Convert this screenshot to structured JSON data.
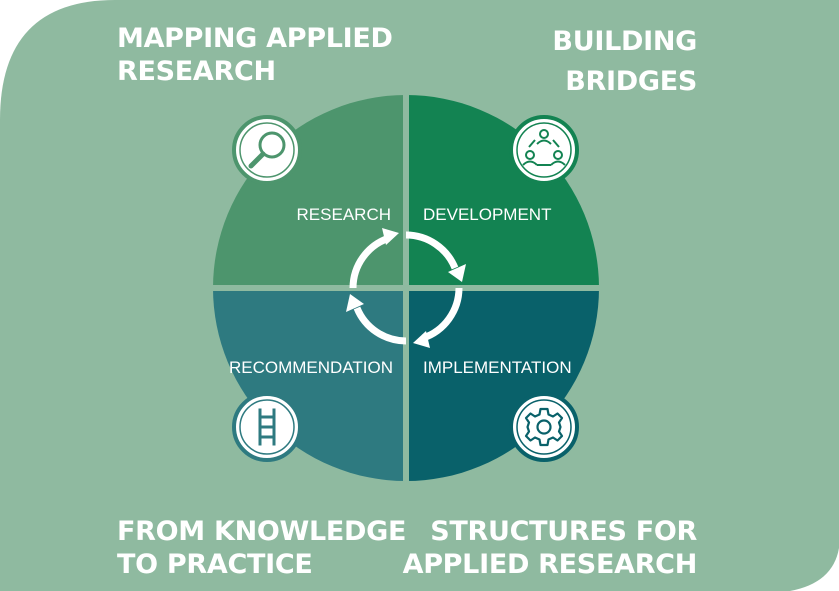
{
  "corner_titles": {
    "top_left": [
      "MAPPING APPLIED",
      "RESEARCH"
    ],
    "top_right": [
      "BUILDING",
      "BRIDGES"
    ],
    "bottom_left": [
      "FROM KNOWLEDGE",
      "TO PRACTICE"
    ],
    "bottom_right": [
      "STRUCTURES FOR",
      "APPLIED RESEARCH"
    ]
  },
  "quadrants": {
    "research": {
      "label": "RESEARCH",
      "color": "#4d956d",
      "icon": "magnifier-icon"
    },
    "development": {
      "label": "DEVELOPMENT",
      "color": "#138352",
      "icon": "people-network-icon"
    },
    "recommendation": {
      "label": "RECOMMENDATION",
      "color": "#2e7a80",
      "icon": "ladder-icon"
    },
    "implementation": {
      "label": "IMPLEMENTATION",
      "color": "#09616a",
      "icon": "gear-icon"
    }
  },
  "colors": {
    "background_panel": "#8fbaa0",
    "text": "#ffffff",
    "divider": "#8fbaa0",
    "cycle_arrows": "#ffffff"
  },
  "center_icon": "cycle-arrows-icon"
}
